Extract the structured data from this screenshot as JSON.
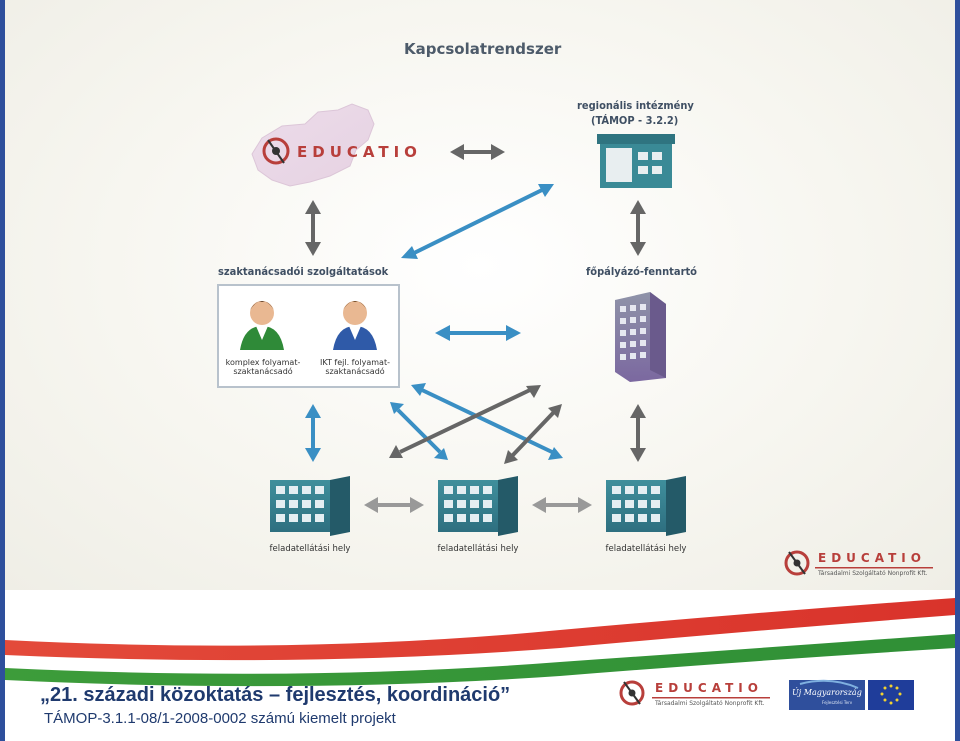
{
  "diagram": {
    "title": "Kapcsolatrendszer",
    "educatio_word": "EDUCATIO",
    "regional_line1": "regionális intézmény",
    "regional_line2": "(TÁMOP - 3.2.2)",
    "szaktanacsadoi": "szaktanácsadói szolgáltatások",
    "fopalyazo": "főpályázó-fenntartó",
    "person1_line1": "komplex folyamat-",
    "person1_line2": "szaktanácsadó",
    "person2_line1": "IKT fejl. folyamat-",
    "person2_line2": "szaktanácsadó",
    "feladat_label": "feladatellátási hely",
    "logo_subtitle": "Társadalmi Szolgáltató Nonprofit Kft."
  },
  "footer": {
    "title": "„21. századi közoktatás – fejlesztés, koordináció”",
    "subtitle": "TÁMOP-3.1.1-08/1-2008-0002 számú kiemelt projekt",
    "educatio_word": "EDUCATIO",
    "educatio_sub": "Társadalmi Szolgáltató Nonprofit Kft.",
    "umft_line1": "Új Magyarország",
    "umft_line2": "Fejlesztési Terv"
  },
  "colors": {
    "border": "#2e4f9c",
    "arrow_blue": "#3a8fc4",
    "arrow_gray": "#666666",
    "flag_red": "#d9332b",
    "flag_green": "#3d9c3a",
    "educatio_red": "#b83f3b",
    "footer_text": "#1f3a6e"
  }
}
